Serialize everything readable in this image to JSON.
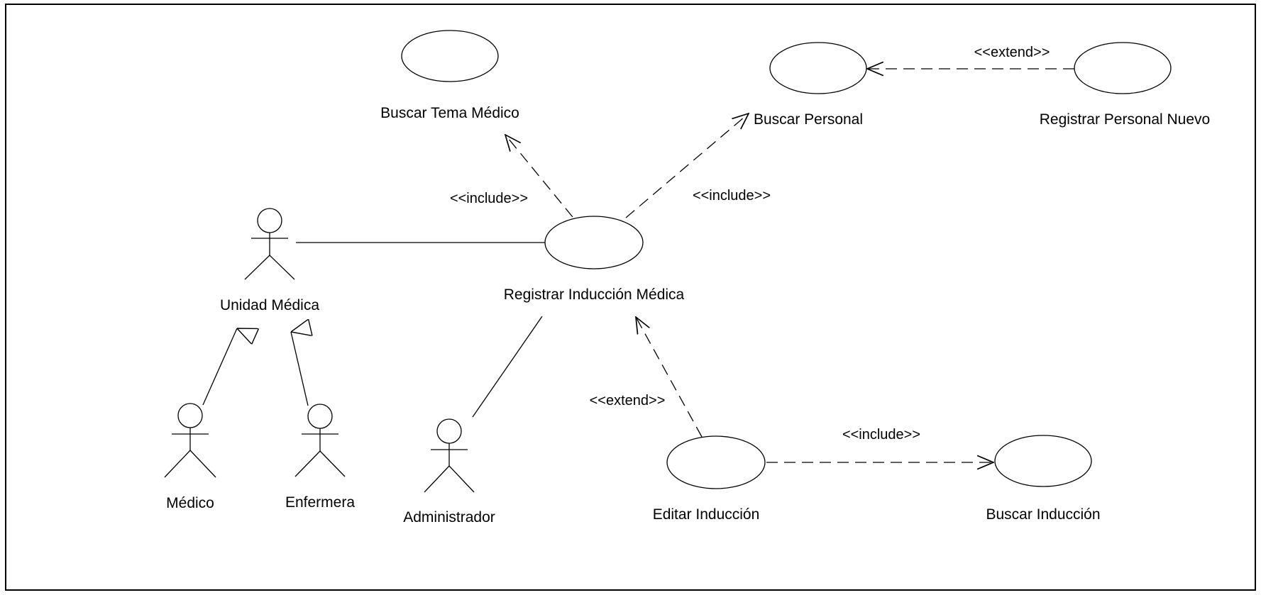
{
  "use_cases": {
    "buscar_tema_medico": "Buscar Tema Médico",
    "buscar_personal": "Buscar Personal",
    "registrar_personal_nuevo": "Registrar Personal Nuevo",
    "registrar_induccion_medica": "Registrar Inducción Médica",
    "editar_induccion": "Editar Inducción",
    "buscar_induccion": "Buscar Inducción"
  },
  "actors": {
    "unidad_medica": "Unidad Médica",
    "medico": "Médico",
    "enfermera": "Enfermera",
    "administrador": "Administrador"
  },
  "relations": {
    "include_tema": "<<include>>",
    "include_personal": "<<include>>",
    "extend_personal_nuevo": "<<extend>>",
    "extend_editar": "<<extend>>",
    "include_buscar_induccion": "<<include>>"
  }
}
